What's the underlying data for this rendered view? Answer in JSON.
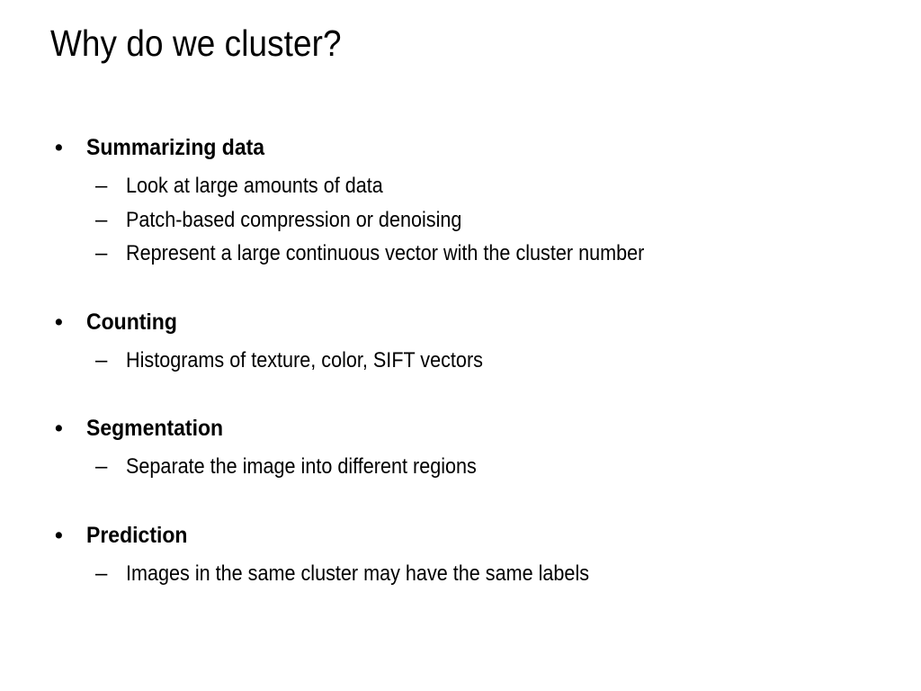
{
  "slide": {
    "title": "Why do we cluster?",
    "background_color": "#ffffff",
    "text_color": "#000000",
    "level1_marker": "•",
    "level2_marker": "–",
    "groups": [
      {
        "heading": "Summarizing data",
        "items": [
          "Look at large amounts of data",
          "Patch-based compression or denoising",
          "Represent a large continuous vector with the cluster number"
        ]
      },
      {
        "heading": "Counting",
        "items": [
          "Histograms of texture, color, SIFT vectors"
        ]
      },
      {
        "heading": "Segmentation",
        "items": [
          "Separate the image into different regions"
        ]
      },
      {
        "heading": "Prediction",
        "items": [
          "Images in the same cluster may have the same labels"
        ]
      }
    ]
  }
}
